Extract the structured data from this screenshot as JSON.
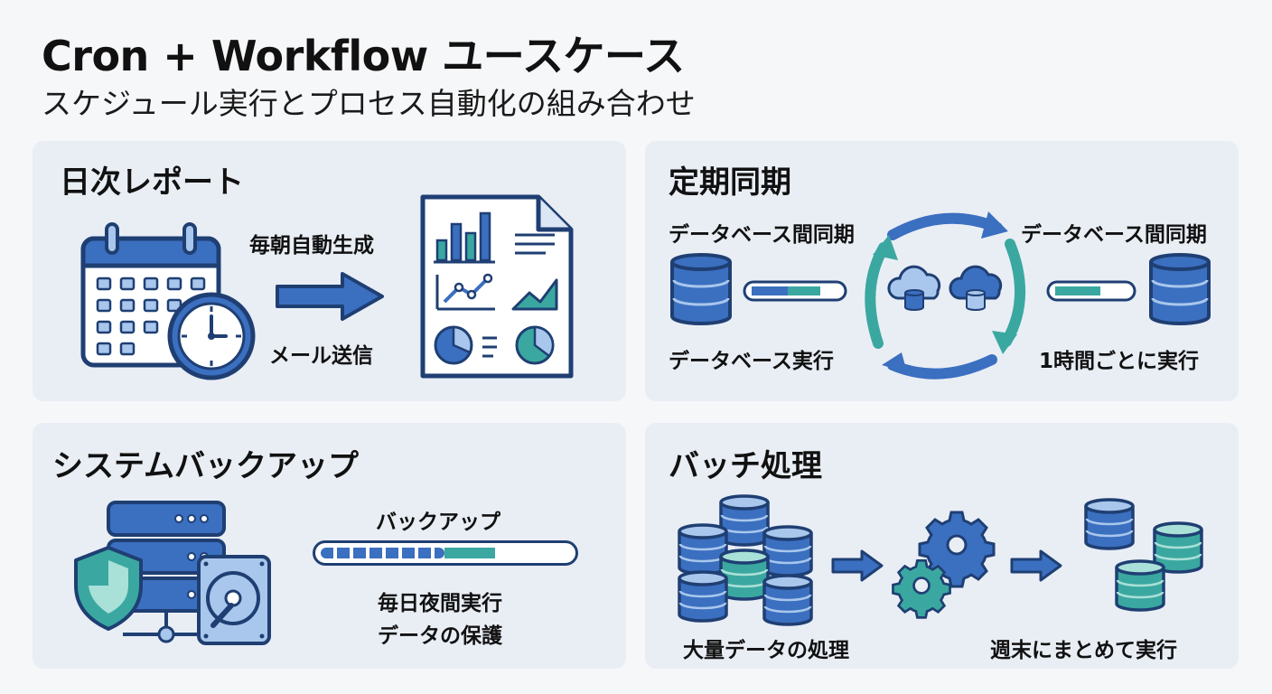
{
  "header": {
    "title": "Cron + Workflow ユースケース",
    "subtitle": "スケジュール実行とプロセス自動化の組み合わせ"
  },
  "cards": {
    "daily_report": {
      "title": "日次レポート",
      "label_auto": "毎朝自動生成",
      "label_mail": "メール送信"
    },
    "periodic_sync": {
      "title": "定期同期",
      "label_db_sync_left": "データベース間同期",
      "label_db_sync_right": "データベース間同期",
      "label_db_exec": "データベース実行",
      "label_hourly": "1時間ごとに実行"
    },
    "system_backup": {
      "title": "システムバックアップ",
      "label_backup": "バックアップ",
      "label_nightly": "毎日夜間実行",
      "label_protect": "データの保護",
      "progress": 0.7
    },
    "batch": {
      "title": "バッチ処理",
      "label_bulk": "大量データの処理",
      "label_weekend": "週末にまとめて実行"
    }
  },
  "colors": {
    "primary_blue": "#3b6fc0",
    "dark_navy": "#1f3f73",
    "teal": "#3aa8a0",
    "light_blue": "#a9c7ec",
    "card_bg": "#e9eef5"
  },
  "icons": [
    "calendar-icon",
    "clock-icon",
    "arrow-right-icon",
    "report-document-icon",
    "database-icon",
    "cloud-icon",
    "sync-cycle-icon",
    "server-icon",
    "shield-icon",
    "hard-drive-icon",
    "gear-icon"
  ]
}
